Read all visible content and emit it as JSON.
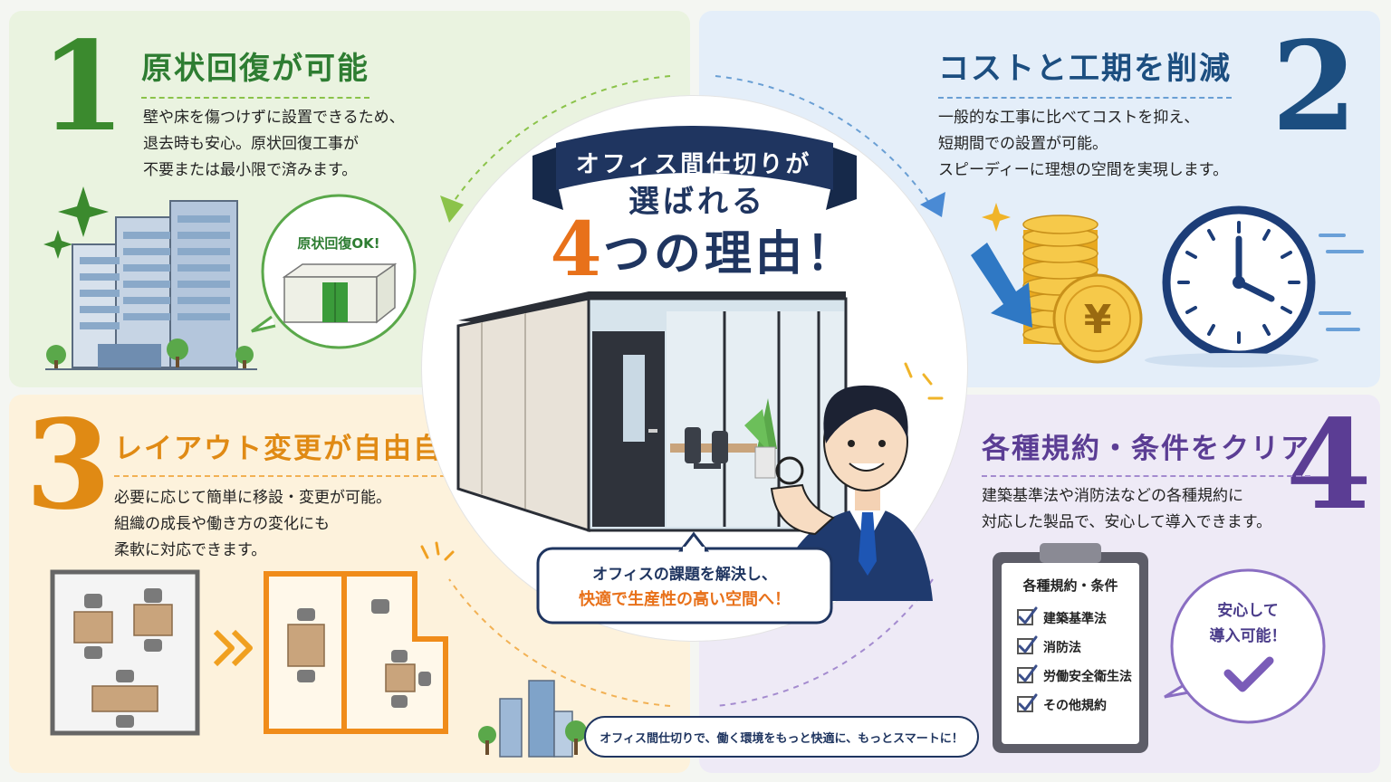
{
  "center": {
    "ribbon": "オフィス間仕切りが",
    "heading_line1": "選ばれる",
    "heading_num": "4",
    "heading_line2": "つの理由！",
    "bubble_line1": "オフィスの課題を解決し、",
    "bubble_line2": "快適で生産性の高い空間へ！",
    "footer": "オフィス間仕切りで、働く環境をもっと快適に、もっとスマートに！"
  },
  "reasons": [
    {
      "number": "1",
      "title": "原状回復が可能",
      "lines": [
        "壁や床を傷つけずに設置できるため、",
        "退去時も安心。原状回復工事が",
        "不要または最小限で済みます。"
      ],
      "badge": "原状回復OK!"
    },
    {
      "number": "2",
      "title": "コストと工期を削減",
      "lines": [
        "一般的な工事に比べてコストを抑え、",
        "短期間での設置が可能。",
        "スピーディーに理想の空間を実現します。"
      ],
      "coin_symbol": "¥"
    },
    {
      "number": "3",
      "title": "レイアウト変更が自由自在",
      "lines": [
        "必要に応じて簡単に移設・変更が可能。",
        "組織の成長や働き方の変化にも",
        "柔軟に対応できます。"
      ]
    },
    {
      "number": "4",
      "title": "各種規約・条件をクリア",
      "lines": [
        "建築基準法や消防法などの各種規約に",
        "対応した製品で、安心して導入できます。"
      ],
      "checklist_title": "各種規約・条件",
      "checklist": [
        "建築基準法",
        "消防法",
        "労働安全衛生法",
        "その他規約"
      ],
      "badge_line1": "安心して",
      "badge_line2": "導入可能！"
    }
  ],
  "colors": {
    "green": "#2e7d32",
    "navy": "#1c4e80",
    "orange": "#e08a14",
    "purple": "#5b3d94",
    "ribbon": "#1f3560"
  },
  "icons": [
    "building-icon",
    "sparkle-icon",
    "room-icon",
    "coin-stack-icon",
    "down-arrow-icon",
    "clock-icon",
    "layout-icon",
    "double-chevron-icon",
    "clipboard-icon",
    "checkmark-icon",
    "office-partition-icon",
    "businessman-icon"
  ]
}
